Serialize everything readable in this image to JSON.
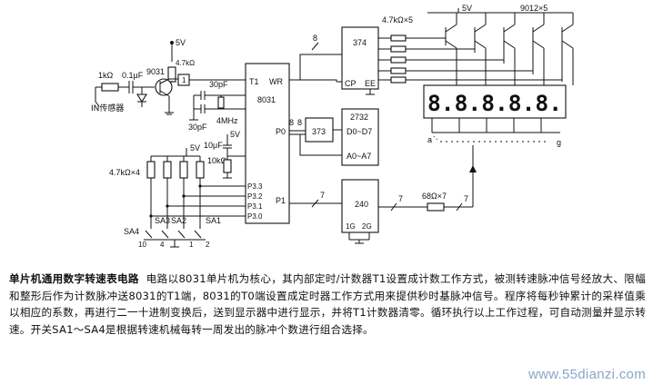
{
  "labels": {
    "v5_top_left": "5V",
    "v5_top_right": "5V",
    "v5_mid": "5V",
    "v5_cap": "5V",
    "res_4k7_top": "4.7kΩ",
    "res_4k7x5": "4.7kΩ×5",
    "trans_9012x5": "9012×5",
    "res_1k": "1kΩ",
    "cap_01u": "0.1μF",
    "trans_9031": "9031",
    "input_label": "IN传感器",
    "cap_30p_a": "30pF",
    "cap_30p_b": "30pF",
    "crystal": "4MHz",
    "cap_10u": "10μF",
    "res_10k": "10kΩ",
    "res_4k7x4": "4.7kΩ×4",
    "res_68x7": "68Ω×7",
    "mcu_name": "8031",
    "mcu_t1": "T1",
    "mcu_wr": "WR",
    "mcu_p0": "P0",
    "mcu_p1": "P1",
    "mcu_p33": "P3.3",
    "mcu_p32": "P3.2",
    "mcu_p31": "P3.1",
    "mcu_p30": "P3.0",
    "chip_374": "374",
    "chip_374_cp": "CP",
    "chip_374_ee": "EE",
    "chip_373": "373",
    "chip_2732": "2732",
    "chip_2732_d": "D0~D7",
    "chip_2732_a": "A0~A7",
    "chip_240": "240",
    "chip_240_1g": "1G",
    "chip_240_2g": "2G",
    "bus_8a": "8",
    "bus_8b": "8",
    "bus_8c": "8",
    "bus_7a": "7",
    "bus_7b": "7",
    "bus_7c": "7",
    "seg_a": "a",
    "seg_g": "g",
    "sa4": "SA4",
    "sa3": "SA3",
    "sa2": "SA2",
    "sa1": "SA1",
    "sw_10": "10",
    "sw_4": "4",
    "sw_2": "2",
    "sw_1": "1",
    "digits": "8.8.8.8.8."
  },
  "caption": {
    "title": "单片机通用数字转速表电路",
    "body": "电路以8031单片机为核心，其内部定时/计数器T1设置成计数工作方式，被测转速脉冲信号经放大、限幅和整形后作为计数脉冲送8031的T1端，8031的T0端设置成定时器工作方式用来提供秒时基脉冲信号。程序将每秒钟累计的采样值乘以相应的系数，再进行二一十进制变换后，送到显示器中进行显示，并将T1计数器清零。循环执行以上工作过程，可自动测量并显示转速。开关SA1～SA4是根据转速机械每转一周发出的脉冲个数进行组合选择。"
  },
  "watermark": "www.55dianzi.com"
}
